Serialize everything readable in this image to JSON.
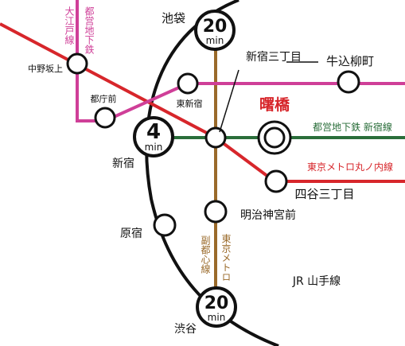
{
  "colors": {
    "jr_yamanote": "#111111",
    "oedo": "#cf3f98",
    "marunouchi": "#d7262b",
    "shinjuku_line": "#2a6e3a",
    "fukutoshin": "#9a6a2a",
    "highlight_station": "#d7262b"
  },
  "lines": {
    "oedo_name": "都営地下鉄大江戸線",
    "oedo_name_part1": "大江戸線",
    "oedo_name_part2": "都営地下鉄",
    "shinjuku_name": "都営地下鉄 新宿線",
    "marunouchi_name": "東京メトロ丸ノ内線",
    "fukutoshin_name_part1": "副都心線",
    "fukutoshin_name_part2": "東京メトロ",
    "yamanote_name": "JR 山手線"
  },
  "stations": {
    "ikebukuro": "池袋",
    "shinjuku": "新宿",
    "shibuya": "渋谷",
    "harajuku": "原宿",
    "nakano_sakaue": "中野坂上",
    "tochomae": "都庁前",
    "higashi_shinjuku": "東新宿",
    "shinjuku_sanchome": "新宿三丁目",
    "ushigome_yanagicho": "牛込柳町",
    "akebonobashi": "曙橋",
    "yotsuya_sanchome": "四谷三丁目",
    "meiji_jingumae": "明治神宮前"
  },
  "travel_times": {
    "ikebukuro": {
      "value": "20",
      "unit": "min"
    },
    "shinjuku": {
      "value": "4",
      "unit": "min"
    },
    "shibuya": {
      "value": "20",
      "unit": "min"
    }
  }
}
